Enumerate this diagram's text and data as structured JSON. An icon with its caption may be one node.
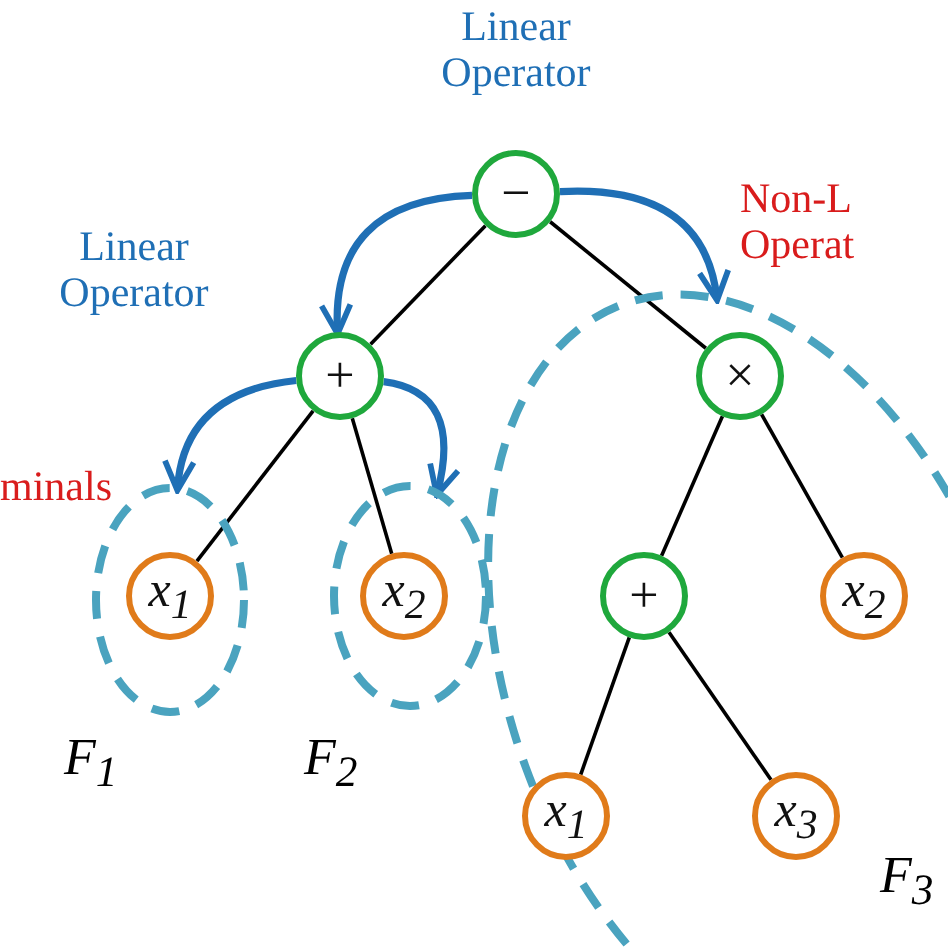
{
  "diagram": {
    "nodes": [
      {
        "text": [
          "−"
        ]
      },
      {
        "text": [
          "+"
        ]
      },
      {
        "text": [
          "F$_{3}$"
        ]
      },
      {
        "text": [
          "×"
        ],
        "in": 2
      },
      {
        "text": [
          "F$_{1}$"
        ]
      },
      {
        "text": [
          "x$_{1}$"
        ],
        "in": 4
      },
      {
        "text": [
          "F$_{2}$"
        ]
      },
      {
        "text": [
          "x$_{2}$"
        ],
        "in": 6
      },
      {
        "text": [
          "+"
        ],
        "in": 2
      },
      {
        "text": [
          "x$_{2}$"
        ],
        "in": 2
      },
      {
        "text": [
          "x$_{1}$"
        ],
        "in": 2
      },
      {
        "text": [
          "x$_{3}$"
        ],
        "in": 2
      }
    ],
    "edges": [
      {
        "from": 0,
        "to": 1,
        "arrow": "none"
      },
      {
        "from": 0,
        "to": 3,
        "arrow": "none"
      },
      {
        "from": 1,
        "to": 5,
        "arrow": "none"
      },
      {
        "from": 1,
        "to": 7,
        "arrow": "none"
      },
      {
        "from": 3,
        "to": 8,
        "arrow": "none"
      },
      {
        "from": 3,
        "to": 9,
        "arrow": "none"
      },
      {
        "from": 8,
        "to": 10,
        "arrow": "none"
      },
      {
        "from": 8,
        "to": 11,
        "arrow": "none"
      },
      {
        "from": 0,
        "to": 1,
        "arrow": "to",
        "style": "thick",
        "color": "#1f6fb5"
      },
      {
        "from": 0,
        "to": 2,
        "arrow": "to",
        "style": "thick",
        "color": "#1f6fb5"
      },
      {
        "from": 1,
        "to": 4,
        "arrow": "to",
        "style": "thick",
        "color": "#1f6fb5"
      },
      {
        "from": 1,
        "to": 6,
        "arrow": "to",
        "style": "thick",
        "color": "#1f6fb5"
      }
    ],
    "labels": [
      "Linear Operator",
      "Non-L Operat",
      "Linear Operator",
      "minals"
    ]
  }
}
